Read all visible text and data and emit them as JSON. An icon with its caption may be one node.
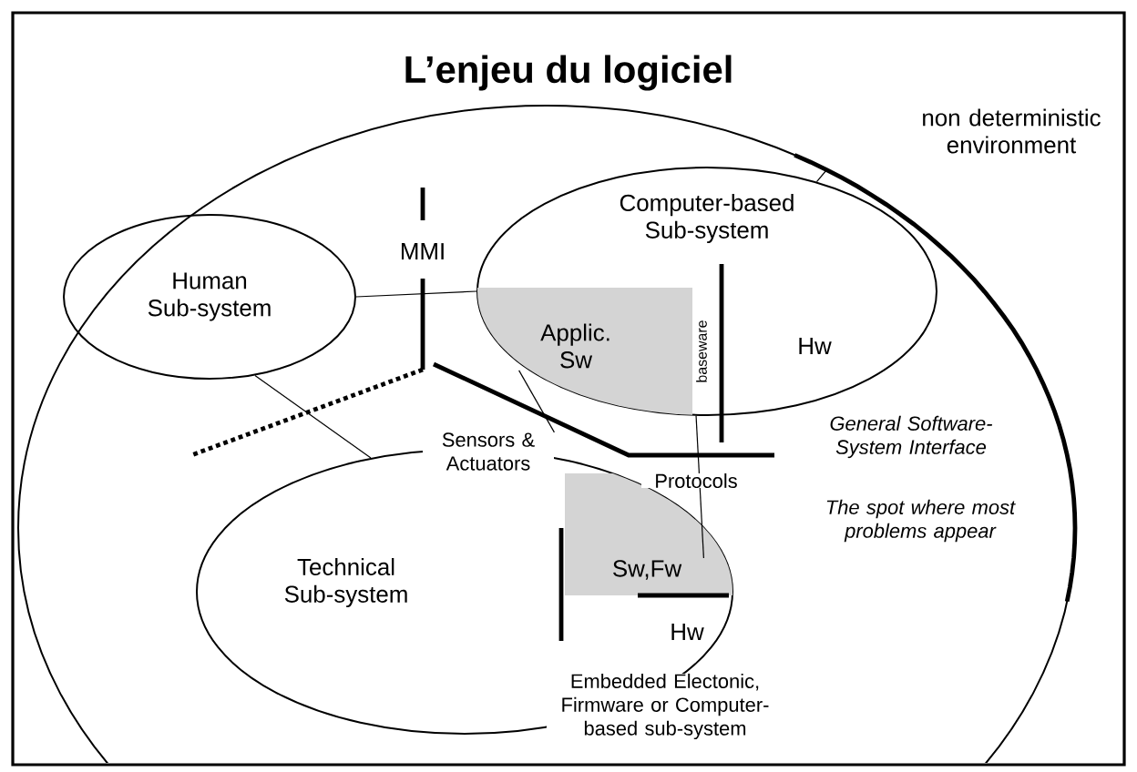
{
  "diagram": {
    "title": "L’enjeu du logiciel",
    "nodes": [
      {
        "text": [
          "non deterministic environment"
        ]
      },
      {
        "text": [
          "Human Sub-system"
        ],
        "in": 0
      },
      {
        "text": [
          "Computer-based Sub-system"
        ],
        "in": 0
      },
      {
        "text": [
          "Applic. Sw"
        ],
        "in": 2
      },
      {
        "text": [
          "Sensors & Actuators"
        ],
        "in": 0
      },
      {
        "text": [
          "Technical Sub-system"
        ],
        "in": 0
      },
      {
        "text": [
          "Sw,Fw"
        ],
        "in": 5
      }
    ],
    "edges": [
      {
        "from": 1,
        "to": 2,
        "arrow": "none"
      },
      {
        "from": 1,
        "to": 5,
        "arrow": "none"
      },
      {
        "from": 2,
        "to": 0,
        "arrow": "none"
      },
      {
        "from": 4,
        "to": 3,
        "arrow": "none"
      },
      {
        "from": 2,
        "to": 6,
        "arrow": "none"
      }
    ],
    "labels": [
      "MMI",
      "baseware",
      "Hw",
      "Protocols",
      "General Software-System Interface",
      "The spot where most problems appear",
      "Hw",
      "Embedded Electonic, Firmware or Computer-based sub-system"
    ]
  }
}
